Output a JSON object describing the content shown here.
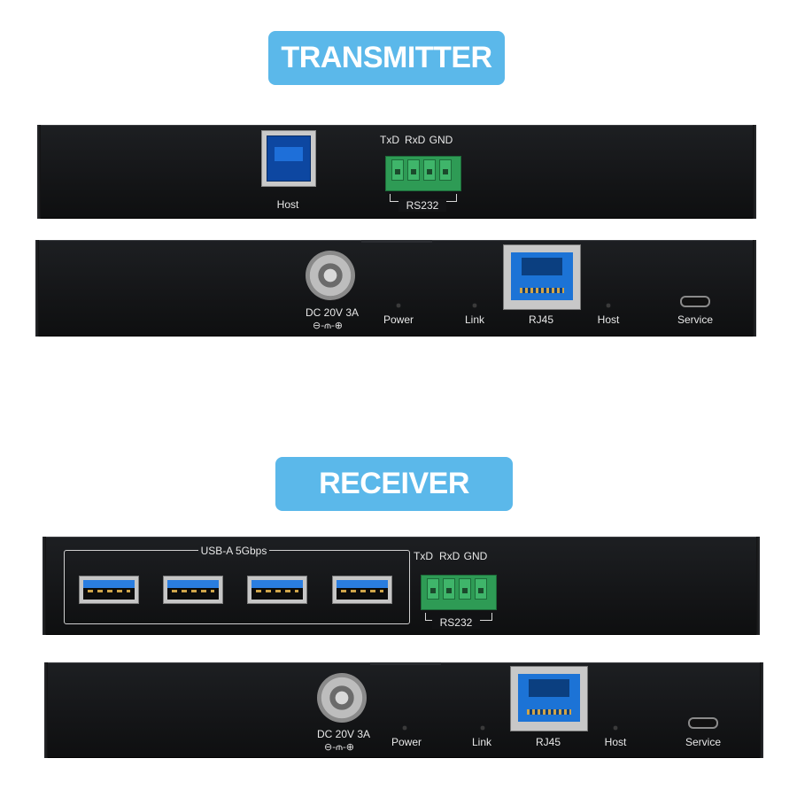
{
  "transmitter": {
    "badge": "TRANSMITTER",
    "front": {
      "host_label": "Host",
      "rs232_pins": [
        "TxD",
        "RxD",
        "GND"
      ],
      "rs232_label": "RS232"
    },
    "rear": {
      "dc_label": "DC 20V 3A",
      "polarity": "⊖-⫙-⊕",
      "power_label": "Power",
      "link_label": "Link",
      "rj45_label": "RJ45",
      "host_label": "Host",
      "service_label": "Service"
    }
  },
  "receiver": {
    "badge": "RECEIVER",
    "front": {
      "usb_group_label": "USB-A 5Gbps",
      "usb_port_count": 4,
      "rs232_pins": [
        "TxD",
        "RxD",
        "GND"
      ],
      "rs232_label": "RS232"
    },
    "rear": {
      "dc_label": "DC 20V 3A",
      "polarity": "⊖-⫙-⊕",
      "power_label": "Power",
      "link_label": "Link",
      "rj45_label": "RJ45",
      "host_label": "Host",
      "service_label": "Service"
    }
  },
  "colors": {
    "badge": "#5bb8ea",
    "chassis": "#141517",
    "usb_blue": "#1e6fd9",
    "terminal_green": "#2e9b55"
  }
}
